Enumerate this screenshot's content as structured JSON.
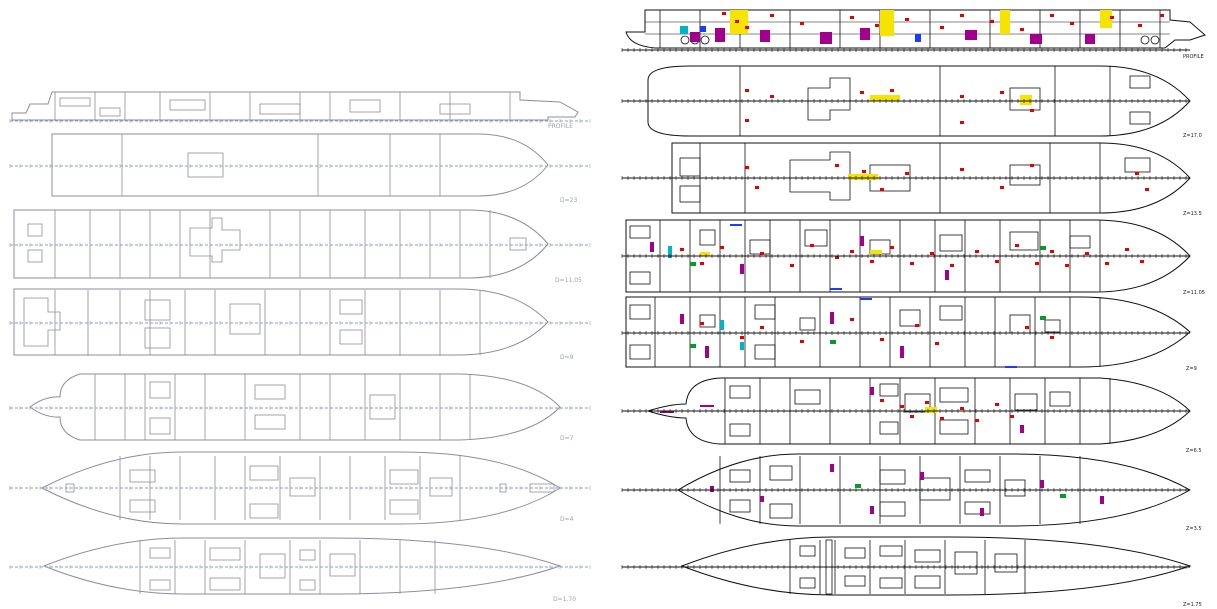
{
  "colors": {
    "left_outline": "#8d8d99",
    "left_axis": "#8f9bd0",
    "right_outline": "#111111",
    "mark_red": "#e60000",
    "mark_yellow": "#f5e400",
    "mark_magenta": "#a0008c",
    "mark_blue": "#1a3cff",
    "mark_green": "#0a9a2a",
    "mark_cyan": "#00b4c8"
  },
  "left_panel": {
    "labels": [
      "PROFILE",
      "D=23",
      "D=11.05",
      "D=9",
      "D=7",
      "D=4",
      "D=1.70"
    ]
  },
  "right_panel": {
    "labels": [
      "PROFILE",
      "Z=17.0",
      "Z=13.5",
      "Z=11.05",
      "Z=9",
      "Z=6.5",
      "Z=3.5",
      "Z=1.75"
    ]
  }
}
